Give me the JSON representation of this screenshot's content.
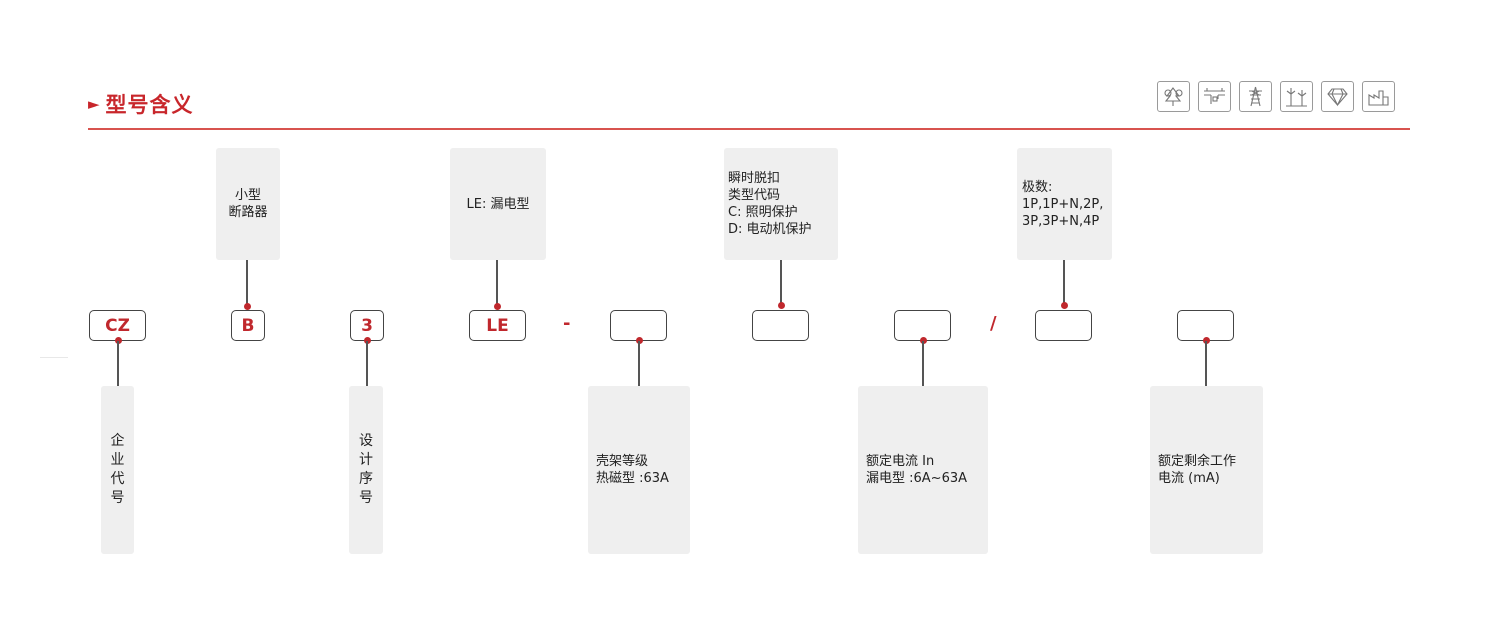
{
  "header": {
    "arrow": "►",
    "title": "型号含义"
  },
  "icons": [
    "tree-cluster-icon",
    "pipe-valve-icon",
    "power-tower-icon",
    "wind-turbine-icon",
    "diamond-gem-icon",
    "building-factory-icon"
  ],
  "codes": {
    "cz": "CZ",
    "b": "B",
    "three": "3",
    "le": "LE",
    "dash": "-",
    "frame": "",
    "trip": "",
    "current": "",
    "slash": "/",
    "poles": "",
    "residual": ""
  },
  "descriptions": {
    "small_breaker": "小型\n断路器",
    "leakage_type": "LE:  漏电型",
    "trip_type": "瞬时脱扣\n类型代码\nC:  照明保护\nD:  电动机保护",
    "poles": "极数:\n1P,1P+N,2P,\n3P,3P+N,4P",
    "enterprise_code": "企业代号",
    "design_serial": "设计序号",
    "frame_class": "壳架等级\n热磁型 :63A",
    "rated_current": "额定电流 In\n漏电型 :6A~63A",
    "residual_current": "额定剩余工作\n电流 (mA)"
  },
  "colors": {
    "accent": "#c8262b",
    "box_fill": "#efefef",
    "connector": "#555555"
  }
}
